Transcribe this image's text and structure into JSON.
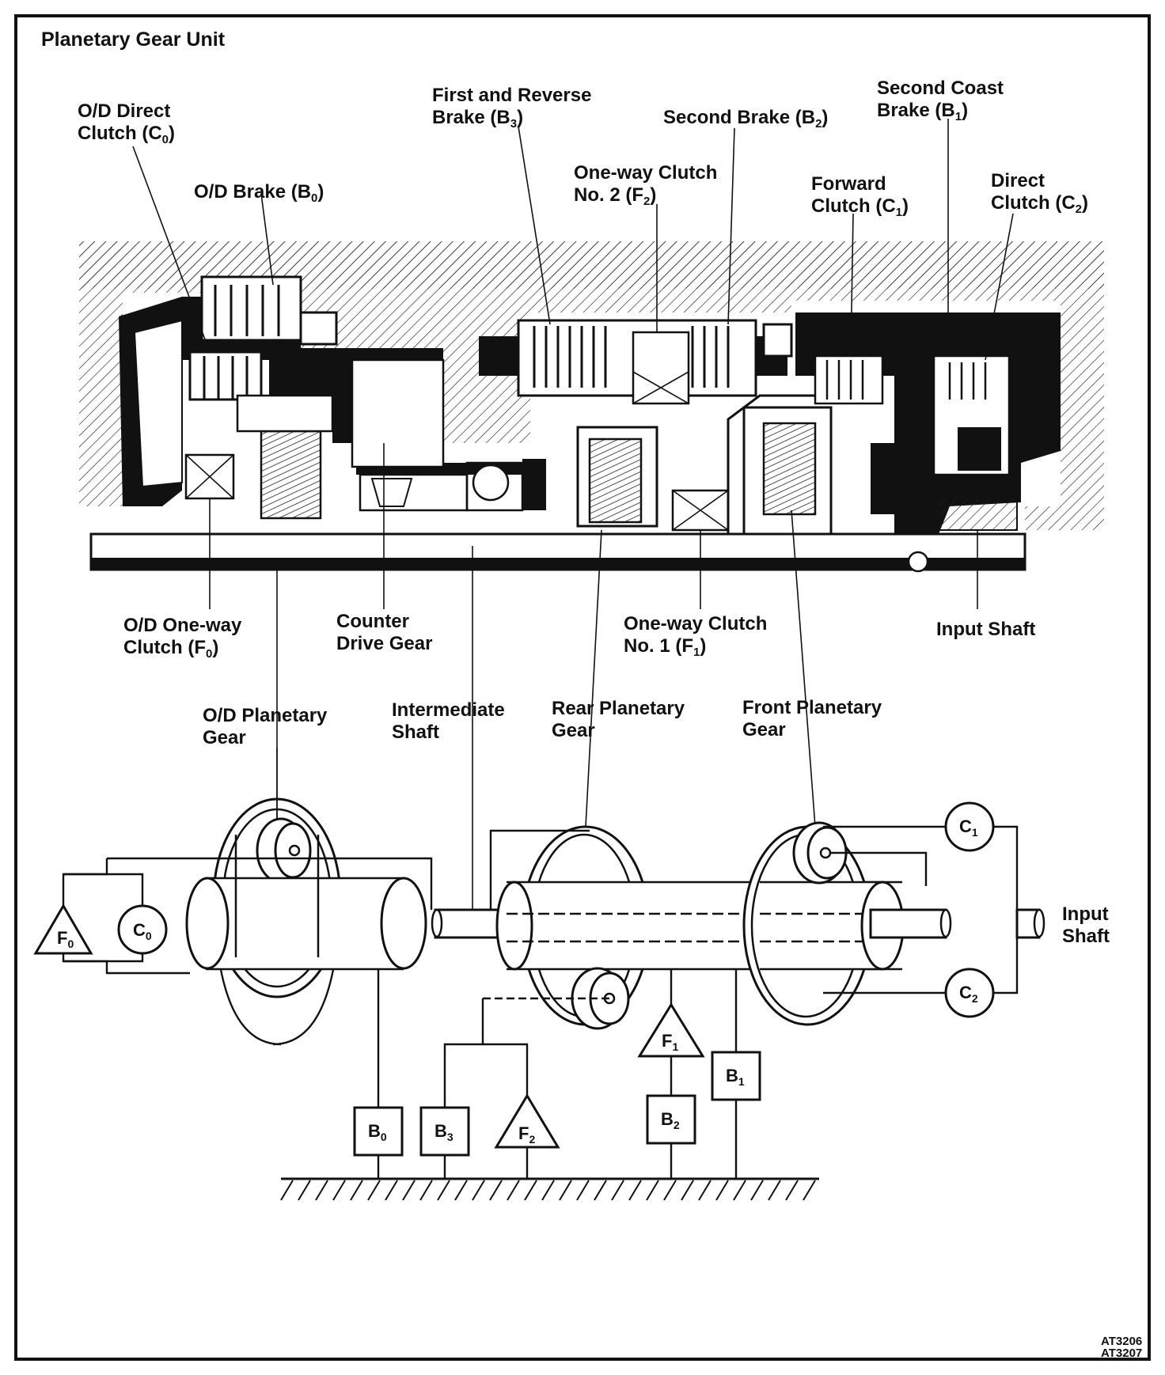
{
  "title": "Planetary Gear Unit",
  "cross_section": {
    "labels": {
      "od_direct_clutch": [
        "O/D Direct",
        "Clutch (C",
        "0",
        ")"
      ],
      "od_brake": [
        "O/D Brake (B",
        "0",
        ")"
      ],
      "first_reverse_brake": [
        "First and Reverse",
        "Brake (B",
        "3",
        ")"
      ],
      "second_brake": [
        "Second Brake (B",
        "2",
        ")"
      ],
      "one_way_clutch_2": [
        "One-way Clutch",
        "No. 2 (F",
        "2",
        ")"
      ],
      "second_coast_brake": [
        "Second Coast",
        "Brake (B",
        "1",
        ")"
      ],
      "forward_clutch": [
        "Forward",
        "Clutch (C",
        "1",
        ")"
      ],
      "direct_clutch": [
        "Direct",
        "Clutch (C",
        "2",
        ")"
      ],
      "od_one_way_clutch": [
        "O/D One-way",
        "Clutch (F",
        "0",
        ")"
      ],
      "counter_drive_gear": [
        "Counter",
        "Drive Gear"
      ],
      "one_way_clutch_1": [
        "One-way Clutch",
        "No. 1 (F",
        "1",
        ")"
      ],
      "input_shaft": [
        "Input Shaft"
      ]
    }
  },
  "schematic": {
    "labels": {
      "od_planetary_gear": [
        "O/D Planetary",
        "Gear"
      ],
      "intermediate_shaft": [
        "Intermediate",
        "Shaft"
      ],
      "rear_planetary_gear": [
        "Rear Planetary",
        "Gear"
      ],
      "front_planetary_gear": [
        "Front Planetary",
        "Gear"
      ],
      "input_shaft": [
        "Input",
        "Shaft"
      ]
    },
    "symbols": {
      "F0": [
        "F",
        "0"
      ],
      "C0": [
        "C",
        "0"
      ],
      "B0": [
        "B",
        "0"
      ],
      "B3": [
        "B",
        "3"
      ],
      "F2": [
        "F",
        "2"
      ],
      "F1": [
        "F",
        "1"
      ],
      "B2": [
        "B",
        "2"
      ],
      "B1": [
        "B",
        "1"
      ],
      "C1": [
        "C",
        "1"
      ],
      "C2": [
        "C",
        "2"
      ]
    }
  },
  "figure_codes": [
    "AT3206",
    "AT3207"
  ]
}
